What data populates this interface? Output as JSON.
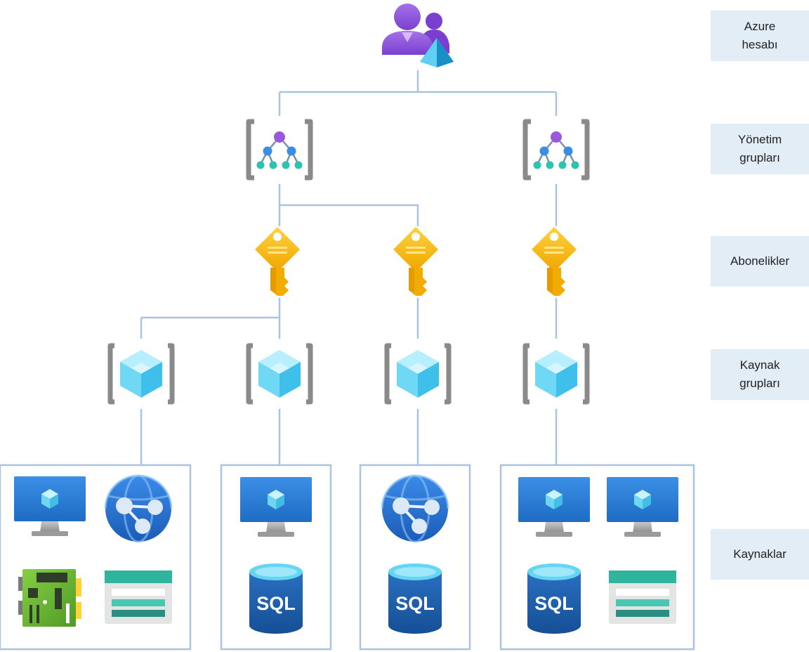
{
  "labels": {
    "account": "Azure hesabı",
    "management_groups": "Yönetim grupları",
    "subscriptions": "Abonelikler",
    "resource_groups": "Kaynak grupları",
    "resources": "Kaynaklar"
  },
  "sql_text": "SQL",
  "icons": {
    "account": "azure-account-icon",
    "management_group": "management-group-icon",
    "subscription": "subscription-key-icon",
    "resource_group": "resource-group-icon",
    "vm": "virtual-machine-icon",
    "web_app": "web-app-icon",
    "sql": "sql-database-icon",
    "storage": "storage-account-icon",
    "iot": "iot-device-icon"
  },
  "colors": {
    "connector": "#a9c4dc",
    "label_bg": "#e3edf6",
    "user_purple": "#8a4fd8",
    "key_gold": "#f5b800",
    "cube_cyan": "#5fd3f0",
    "monitor_blue": "#2f80d8",
    "sql_blue": "#1f5fa8",
    "storage_teal": "#2aa893",
    "board_green": "#6fbf3a"
  }
}
